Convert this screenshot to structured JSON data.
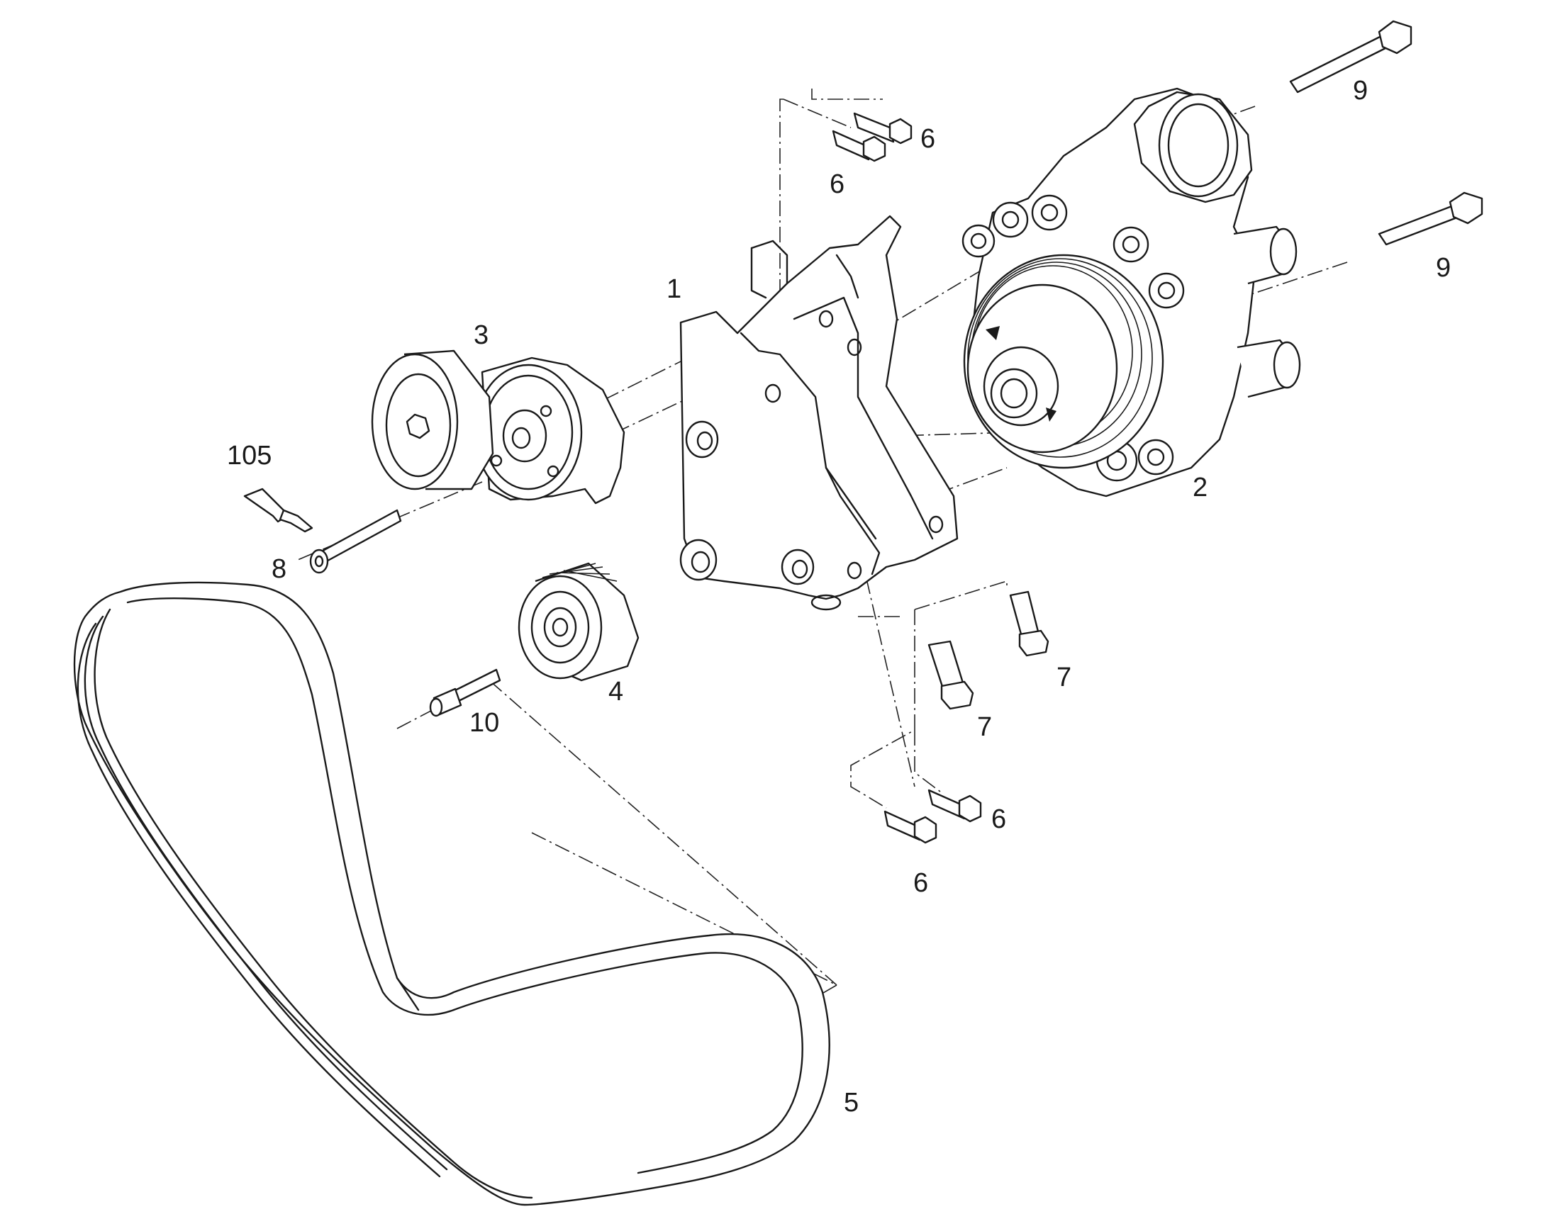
{
  "callouts": {
    "c1": "1",
    "c2": "2",
    "c3": "3",
    "c4": "4",
    "c5": "5",
    "c6a": "6",
    "c6b": "6",
    "c6c": "6",
    "c6d": "6",
    "c7a": "7",
    "c7b": "7",
    "c8": "8",
    "c9a": "9",
    "c9b": "9",
    "c10": "10",
    "c105": "105"
  }
}
